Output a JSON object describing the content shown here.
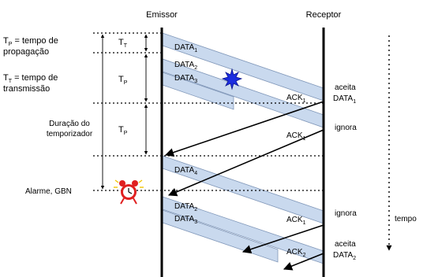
{
  "labels": {
    "sender": "Emissor",
    "receiver": "Receptor",
    "time": "tempo",
    "tp_def_prefix": "T",
    "tp_def_sub": "P",
    "tp_def_eq": "= tempo de",
    "tp_def_line2": "propagação",
    "tt_def_prefix": "T",
    "tt_def_sub": "T",
    "tt_def_eq": "= tempo de",
    "tt_def_line2": "transmissão",
    "timer_line1": "Duração do",
    "timer_line2": "temporizador",
    "alarm": "Alarme, GBN",
    "tt_mark": "T",
    "tt_mark_sub": "T",
    "tp_mark1": "T",
    "tp_mark1_sub": "P",
    "tp_mark2": "T",
    "tp_mark2_sub": "P"
  },
  "packets": [
    {
      "label": "DATA",
      "sub": "1"
    },
    {
      "label": "DATA",
      "sub": "2"
    },
    {
      "label": "DATA",
      "sub": "3"
    },
    {
      "label": "DATA",
      "sub": "4"
    },
    {
      "label": "DATA",
      "sub": "2"
    },
    {
      "label": "DATA",
      "sub": "3"
    }
  ],
  "acks": [
    {
      "label": "ACK",
      "sub": "1"
    },
    {
      "label": "ACK",
      "sub": "1"
    },
    {
      "label": "ACK",
      "sub": "1"
    },
    {
      "label": "ACK",
      "sub": "2"
    }
  ],
  "receiver_events": [
    {
      "line1": "aceita",
      "line2": "DATA",
      "sub": "1"
    },
    {
      "line1": "ignora",
      "line2": "",
      "sub": ""
    },
    {
      "line1": "ignora",
      "line2": "",
      "sub": ""
    },
    {
      "line1": "aceita",
      "line2": "DATA",
      "sub": "2"
    }
  ],
  "colors": {
    "packet_fill": "#c9d9ee",
    "packet_stroke": "#7f96b8",
    "loss_mark": "#1c2ee0",
    "alarm_red": "#e02020",
    "alarm_yellow": "#f2c400"
  }
}
